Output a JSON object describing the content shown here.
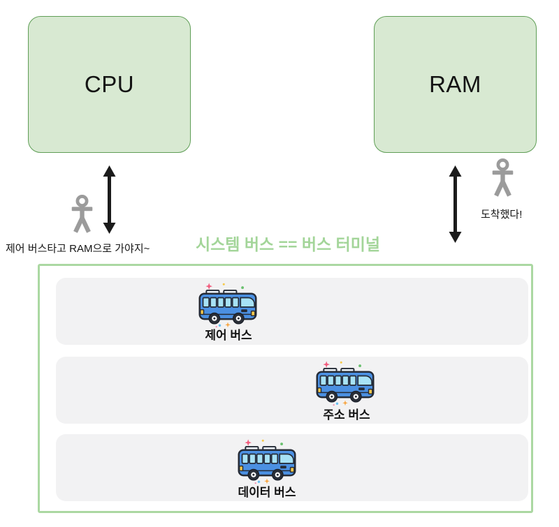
{
  "cpu": {
    "label": "CPU",
    "thought": "제어 버스타고 RAM으로 가야지~"
  },
  "ram": {
    "label": "RAM",
    "arrival_text": "도착했다!"
  },
  "system_bus": {
    "title": "시스템 버스 == 버스 터미널",
    "lanes": [
      {
        "label": "제어 버스",
        "icon": "bus-icon"
      },
      {
        "label": "주소 버스",
        "icon": "bus-icon"
      },
      {
        "label": "데이터 버스",
        "icon": "bus-icon"
      }
    ]
  },
  "icons": {
    "left_of_cpu_arrow": "double-headed-vertical-arrow",
    "below_ram_arrow": "double-headed-vertical-arrow",
    "cpu_person": "person-icon",
    "ram_person": "person-icon"
  },
  "colors": {
    "chip_fill": "#d8e9d2",
    "chip_border": "#5f9e56",
    "title_green": "#a3d599",
    "terminal_border": "#abd8a2",
    "lane_background": "#f2f2f3",
    "bus_blue": "#4b90e2",
    "bus_window_cyan": "#a7e2f6",
    "bus_light_yellow": "#f6c94c",
    "person_gray": "#9b9b9b",
    "arrow_black": "#1b1b1b"
  }
}
